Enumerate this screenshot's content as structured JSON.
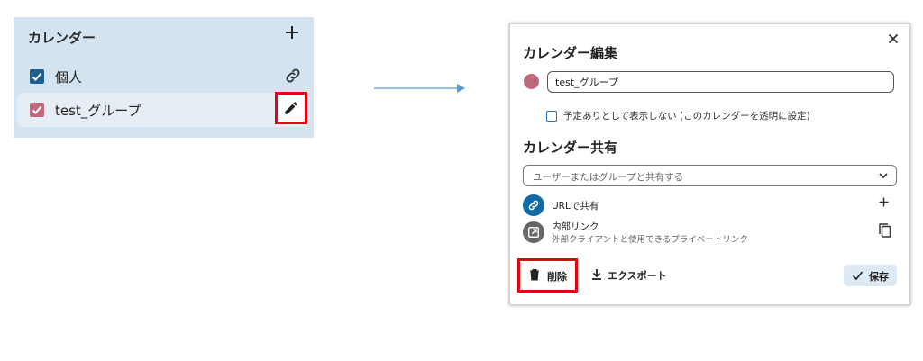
{
  "sidebar": {
    "header": "カレンダー",
    "add_icon": "plus-icon",
    "items": [
      {
        "label": "個人",
        "checked": true,
        "color": "#1f5f8f",
        "action_icon": "link-icon"
      },
      {
        "label": "test_グループ",
        "checked": true,
        "color": "#c0697c",
        "action_icon": "pencil-icon"
      }
    ]
  },
  "dialog": {
    "title": "カレンダー編集",
    "close_icon": "close-icon",
    "calendar_color": "#c0697c",
    "name_value": "test_グループ",
    "transparency_label": "予定ありとして表示しない (このカレンダーを透明に設定)",
    "transparency_checked": false,
    "share_title": "カレンダー共有",
    "share_placeholder": "ユーザーまたはグループと共有する",
    "url_share_label": "URLで共有",
    "internal_link_label": "内部リンク",
    "internal_link_sub": "外部クライアントと使用できるプライベートリンク",
    "delete_label": "削除",
    "export_label": "エクスポート",
    "save_label": "保存"
  },
  "colors": {
    "accent": "#0e6ba8",
    "highlight": "#e60012",
    "sidebar_bg": "#d3e4f0"
  }
}
